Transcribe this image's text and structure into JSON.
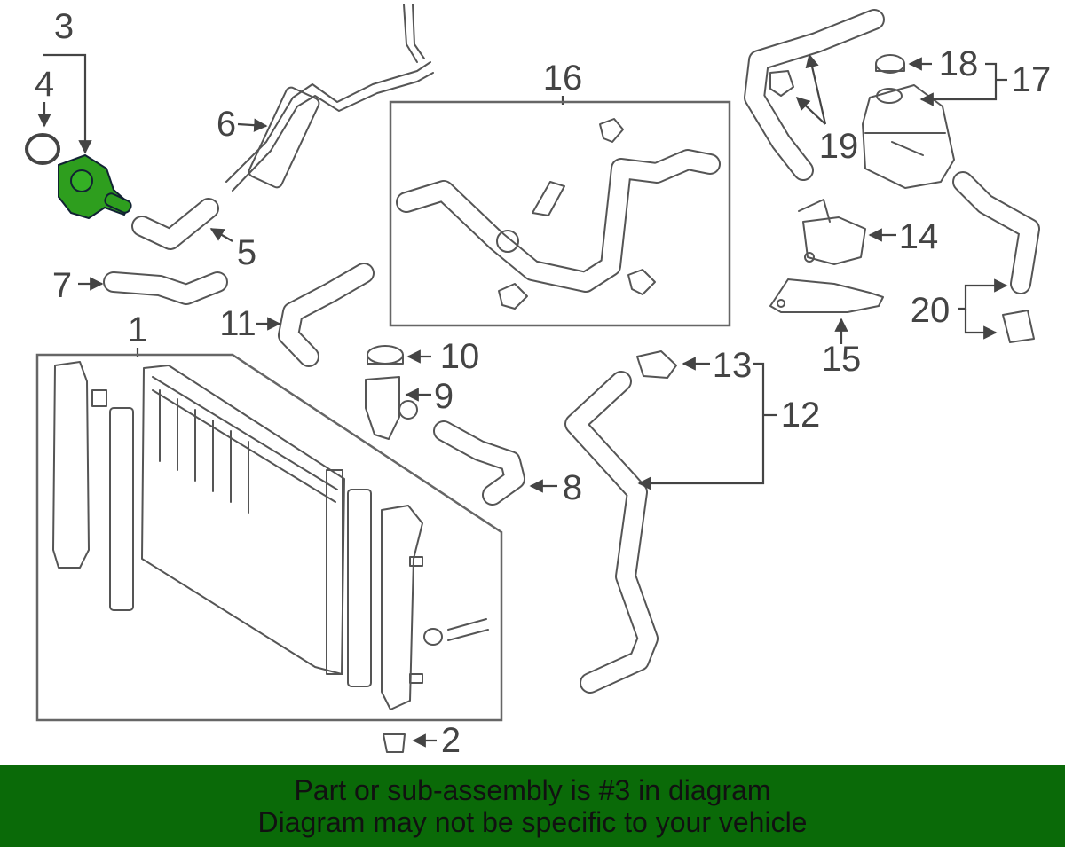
{
  "labels": {
    "p1": "1",
    "p2": "2",
    "p3": "3",
    "p4": "4",
    "p5": "5",
    "p6": "6",
    "p7": "7",
    "p8": "8",
    "p9": "9",
    "p10": "10",
    "p11": "11",
    "p12": "12",
    "p13": "13",
    "p14": "14",
    "p15": "15",
    "p16": "16",
    "p17": "17",
    "p18": "18",
    "p19": "19",
    "p20": "20"
  },
  "highlight_color": "#2e9e1e",
  "footer": {
    "line1": "Part or sub-assembly is #3 in diagram",
    "line2": "Diagram may not be specific to your vehicle",
    "background": "#0a6a08"
  }
}
